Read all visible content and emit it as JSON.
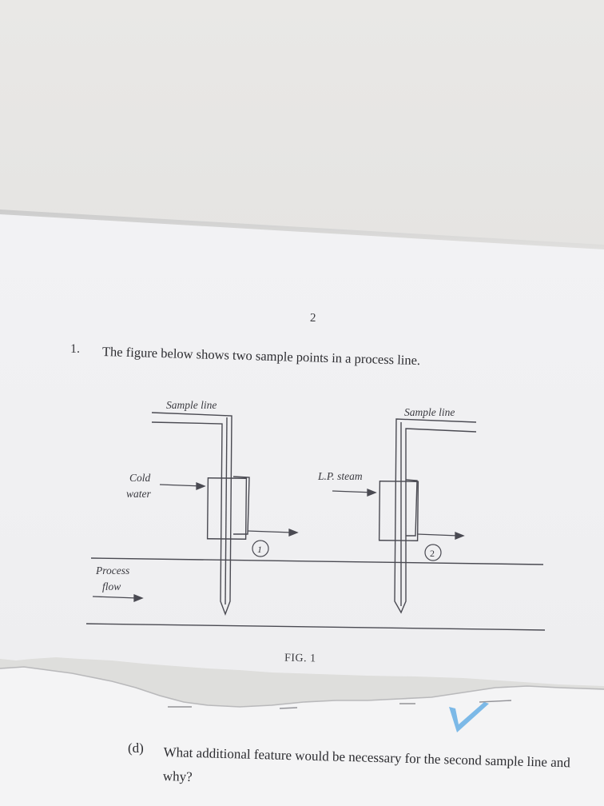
{
  "page_number": "2",
  "question": {
    "number": "1.",
    "text": "The figure below shows two sample points in a process line."
  },
  "figure": {
    "labels": {
      "sample_line_1": "Sample line",
      "sample_line_2": "Sample line",
      "cold_water_line1": "Cold",
      "cold_water_line2": "water",
      "lp_steam": "L.P. steam",
      "process_flow_line1": "Process",
      "process_flow_line2": "flow",
      "point_1": "1",
      "point_2": "2"
    },
    "caption": "FIG. 1"
  },
  "part_d": {
    "letter": "(d)",
    "text": "What additional feature would be necessary for the second sample line and why?"
  }
}
